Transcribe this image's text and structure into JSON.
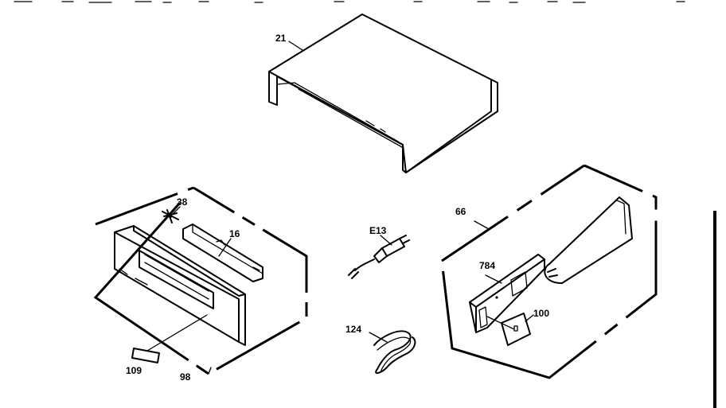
{
  "labels": {
    "p21": "21",
    "p38": "38",
    "p16": "16",
    "p109": "109",
    "p98": "98",
    "pE13": "E13",
    "p124": "124",
    "p66": "66",
    "p784": "784",
    "p100": "100"
  }
}
